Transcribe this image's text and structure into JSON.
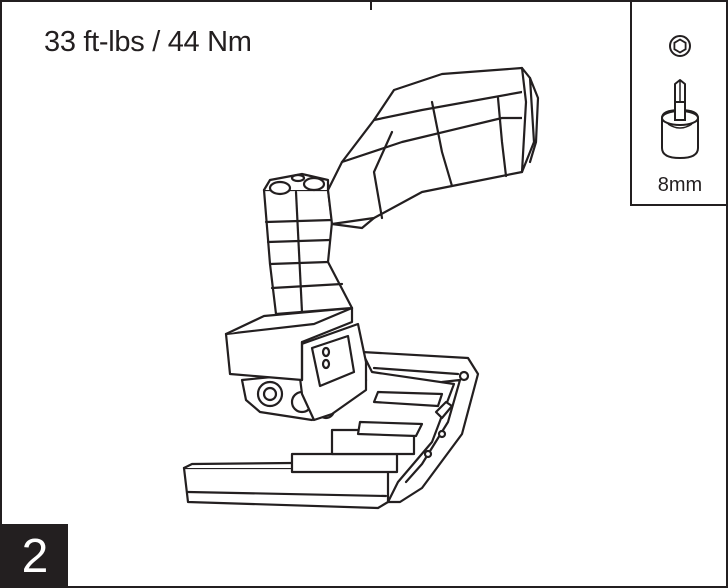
{
  "instruction": {
    "torque_spec": "33 ft-lbs / 44 Nm",
    "step_number": "2"
  },
  "tool_callout": {
    "size_label": "8mm",
    "icons": [
      "hex-nut-icon",
      "hex-key-socket-icon"
    ]
  },
  "colors": {
    "line": "#231f20",
    "background": "#ffffff"
  }
}
